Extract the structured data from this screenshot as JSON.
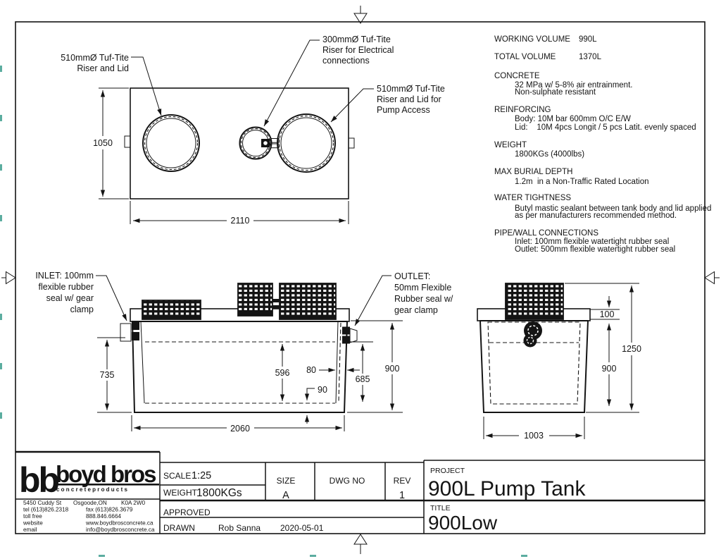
{
  "specs": {
    "working_volume": {
      "label": "WORKING VOLUME",
      "value": "990L"
    },
    "total_volume": {
      "label": "TOTAL VOLUME",
      "value": "1370L"
    },
    "concrete": {
      "label": "CONCRETE",
      "lines": [
        "32 MPa w/ 5-8% air entrainment.",
        "Non-sulphate resistant"
      ]
    },
    "reinforcing": {
      "label": "REINFORCING",
      "lines": [
        "Body: 10M bar 600mm O/C E/W",
        "Lid:    10M 4pcs Longit / 5 pcs Latit. evenly spaced"
      ]
    },
    "weight": {
      "label": "WEIGHT",
      "lines": [
        "1800KGs (4000lbs)"
      ]
    },
    "max_burial": {
      "label": "MAX BURIAL DEPTH",
      "lines": [
        "1.2m  in a Non-Traffic Rated Location"
      ]
    },
    "water_tightness": {
      "label": "WATER TIGHTNESS",
      "lines": [
        "Butyl mastic sealant between tank body and lid applied",
        "as per manufacturers recommended method."
      ]
    },
    "pipe_wall": {
      "label": "PIPE/WALL CONNECTIONS",
      "lines": [
        "Inlet: 100mm flexible watertight rubber seal",
        "Outlet: 500mm flexible watertight rubber seal"
      ]
    }
  },
  "plan_labels": {
    "left_riser": [
      "510mmØ Tuf-Tite",
      "Riser and Lid"
    ],
    "center_riser": [
      "300mmØ Tuf-Tite",
      "Riser for Electrical",
      "connections"
    ],
    "right_riser": [
      "510mmØ Tuf-Tite",
      "Riser and Lid for",
      "Pump Access"
    ]
  },
  "elevation_labels": {
    "inlet": [
      "INLET: 100mm",
      "flexible rubber",
      "seal w/ gear",
      "clamp"
    ],
    "outlet": [
      "OUTLET:",
      "50mm Flexible",
      "Rubber seal w/",
      "gear clamp"
    ]
  },
  "dimensions": {
    "plan_height": "1050",
    "plan_length": "2110",
    "inlet_invert": "735",
    "interior_depth": "596",
    "wall_thickness": "80",
    "floor_thickness": "90",
    "outlet_invert": "685",
    "front_height": "900",
    "base_length": "2060",
    "lid_thickness": "100",
    "overall_height": "1250",
    "side_height": "900",
    "base_width": "1003"
  },
  "title_block": {
    "logo": {
      "mark": "bb",
      "name": "boyd bros",
      "tagline": "c o n c r e t e   p r o d u c t s"
    },
    "address": {
      "street": "5450 Cuddy St",
      "city": "Osgoode,ON",
      "postal": "K0A 2W0",
      "tel": "tel (613)826.2318",
      "fax": "fax (613)826.3679",
      "toll_free_label": "toll free",
      "toll_free": "888.846.6664",
      "website_label": "website",
      "website": "www.boydbrosconcrete.ca",
      "email_label": "email",
      "email": "info@boydbrosconcrete.ca"
    },
    "scale": {
      "label": "SCALE",
      "value": "1:25"
    },
    "weight": {
      "label": "WEIGHT",
      "value": "1800KGs"
    },
    "size": {
      "label": "SIZE",
      "value": "A"
    },
    "dwg_no": {
      "label": "DWG NO"
    },
    "rev": {
      "label": "REV",
      "value": "1"
    },
    "approved": {
      "label": "APPROVED"
    },
    "drawn": {
      "label": "DRAWN",
      "by": "Rob Sanna",
      "date": "2020-05-01"
    },
    "project": {
      "label": "PROJECT",
      "value": "900L Pump Tank"
    },
    "title": {
      "label": "TITLE",
      "value": "900Low"
    }
  }
}
